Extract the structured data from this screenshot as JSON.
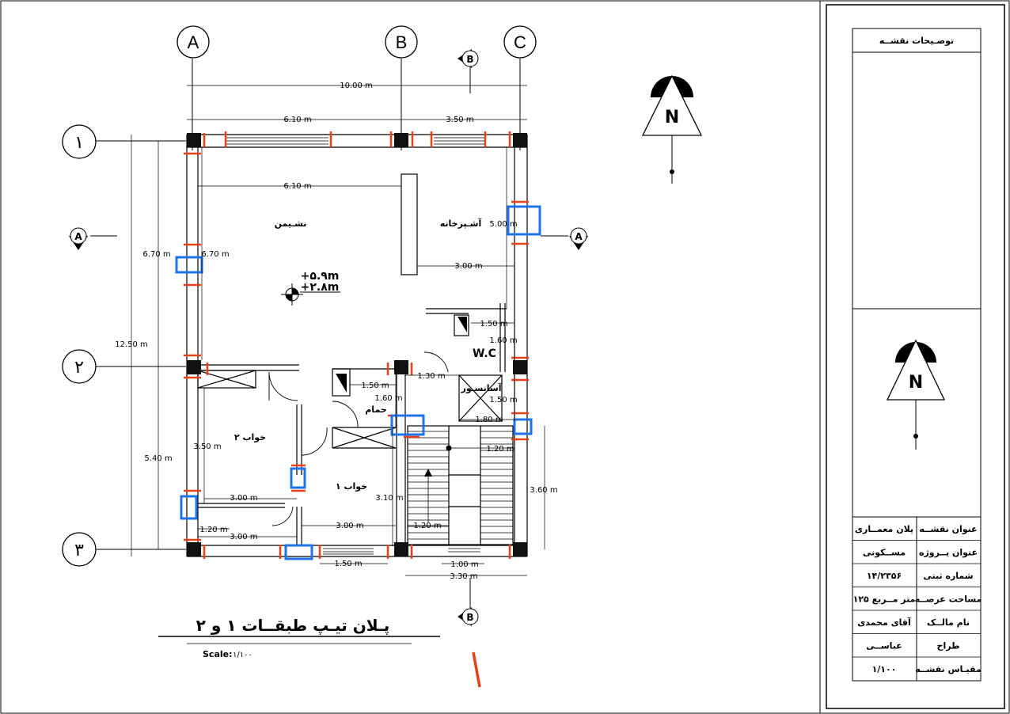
{
  "grid": {
    "columns": [
      "A",
      "B",
      "C"
    ],
    "rows": [
      "۱",
      "۲",
      "۳"
    ],
    "sections": {
      "a": "A",
      "b": "B"
    }
  },
  "north_label": "N",
  "plan": {
    "title": "پـلان تیـپ طبقــات ۱ و ۲",
    "scale_label": "Scale:",
    "scale_value": "۱/۱۰۰"
  },
  "rooms": {
    "living": "نشـیمن",
    "kitchen": "آشـپزخانه",
    "bedroom2": "خواب ۲",
    "bedroom1": "خواب ۱",
    "bath": "حمام",
    "wc": "W.C",
    "elevator": "آسانسـور"
  },
  "levels": {
    "l1": "+۵.۹m",
    "l2": "+۲.۸m"
  },
  "dims": {
    "d_total_width": "10.00 m",
    "d_ab_top": "6.10 m",
    "d_bc_top": "3.50 m",
    "d_living_inner": "6.10 m",
    "d_kitchen_h": "5.00 m",
    "d_kitchen_w": "3.00 m",
    "d_left_outer": "6.70 m",
    "d_left_inner": "6.70 m",
    "d_total_h": "12.50 m",
    "d_lower_h": "5.40 m",
    "d_wc_w": "1.50 m",
    "d_wc_h": "1.60 m",
    "d_wc_door": "1.30 m",
    "d_bath_w": "1.50 m",
    "d_bath_h": "1.60 m",
    "d_elev_h": "1.50 m",
    "d_elev_w": "1.80 m",
    "d_stair_w": "1.20 m",
    "d_bed2_h": "3.50 m",
    "d_bed2_w": "3.00 m",
    "d_bed1_w": "3.00 m",
    "d_bed1_h": "3.10 m",
    "d_stair_land": "1.20 m",
    "d_small": "1.20 m",
    "d_bottom_300": "3.00 m",
    "d_win_bottom": "1.50 m",
    "d_stair_side": "3.60 m",
    "d_bottom_100": "1.00 m",
    "d_bottom_330": "3.30 m"
  },
  "title_block": {
    "header": "توضـیحات نقشــه",
    "rows": [
      {
        "label": "عنوان نقشــه",
        "value": "پلان معمــاری"
      },
      {
        "label": "عنوان پــروژه",
        "value": "مســکونی"
      },
      {
        "label": "شماره ثبتی",
        "value": "۱۴/۲۳۵۶"
      },
      {
        "label": "مساحت عرصــه",
        "value": "متر مــربع ۱۲۵"
      },
      {
        "label": "نام مالــک",
        "value": "آقای محمدی"
      },
      {
        "label": "طراح",
        "value": "عباســی"
      },
      {
        "label": "مقیـاس نقشــه",
        "value": "۱/۱۰۰"
      }
    ]
  },
  "colors": {
    "accent_red": "#e8401c",
    "accent_blue": "#1e73e8",
    "ink": "#000000"
  }
}
